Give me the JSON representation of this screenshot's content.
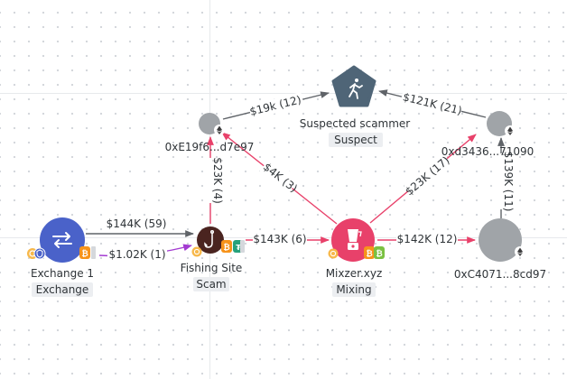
{
  "colors": {
    "flow_gray": "#5f6368",
    "flow_red": "#e8416a",
    "flow_purple": "#a33bd1",
    "exchange": "#4a62c9",
    "scam": "#4a2420",
    "mixer": "#e8416a",
    "suspect": "#4f6577",
    "wallet": "#a0a4a8",
    "bitcoin": "#f7931a",
    "tether": "#26a17b"
  },
  "nodes": {
    "exchange": {
      "name": "Exchange 1",
      "category": "Exchange",
      "icon": "swap-arrows-icon"
    },
    "fishing": {
      "name": "Fishing Site",
      "category": "Scam",
      "icon": "fish-hook-icon"
    },
    "mixer": {
      "name": "Mixzer.xyz",
      "category": "Mixing",
      "icon": "blender-icon"
    },
    "suspect": {
      "name": "Suspected scammer",
      "category": "Suspect",
      "icon": "running-person-icon"
    },
    "wallet_e19": {
      "name": "0xE19f6...d7e97"
    },
    "wallet_d34": {
      "name": "0xd3436...71090"
    },
    "wallet_c40": {
      "name": "0xC4071...8cd97"
    }
  },
  "edges": [
    {
      "id": "exchange-to-fishing-144k",
      "label": "$144K (59)",
      "color": "gray"
    },
    {
      "id": "exchange-to-fishing-1k",
      "label": "$1.02K (1)",
      "color": "purple"
    },
    {
      "id": "fishing-to-mixer",
      "label": "$143K (6)",
      "color": "red"
    },
    {
      "id": "mixer-to-c40",
      "label": "$142K (12)",
      "color": "red"
    },
    {
      "id": "fishing-to-e19",
      "label": "$23K (4)",
      "color": "red"
    },
    {
      "id": "mixer-to-e19",
      "label": "$4K (3)",
      "color": "red"
    },
    {
      "id": "mixer-to-d34",
      "label": "$23K (17)",
      "color": "red"
    },
    {
      "id": "c40-to-d34",
      "label": "$139K (11)",
      "color": "gray"
    },
    {
      "id": "e19-to-suspect",
      "label": "$19k (12)",
      "color": "gray"
    },
    {
      "id": "d34-to-suspect",
      "label": "$121K (21)",
      "color": "gray"
    }
  ]
}
